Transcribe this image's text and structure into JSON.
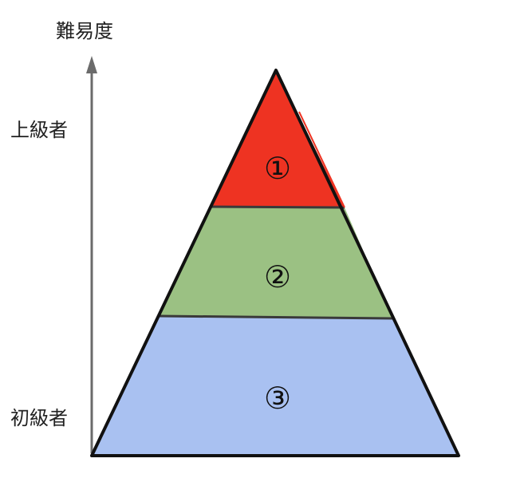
{
  "axis": {
    "title": "難易度",
    "top_label": "上級者",
    "bottom_label": "初級者",
    "color": "#6b6b6b"
  },
  "pyramid": {
    "outline_color": "#111111",
    "tiers": [
      {
        "label": "①",
        "color": "#ee3322"
      },
      {
        "label": "②",
        "color": "#9bc183"
      },
      {
        "label": "③",
        "color": "#a9c1f1"
      }
    ]
  }
}
